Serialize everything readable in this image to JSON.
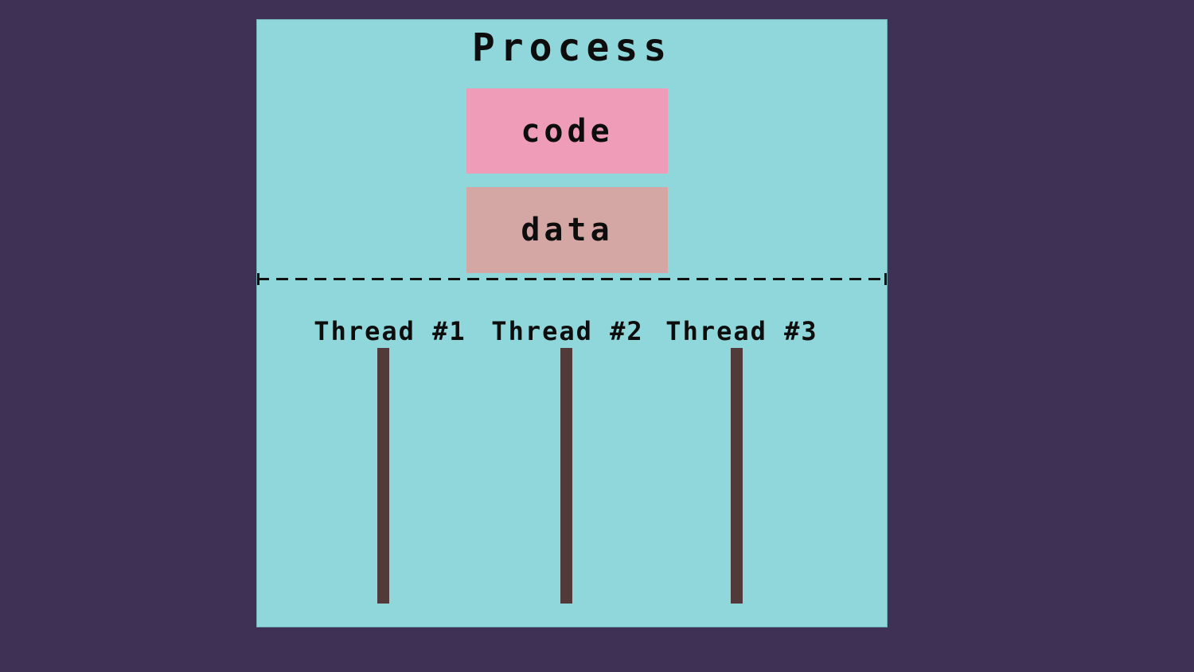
{
  "colors": {
    "background": "#3e3155",
    "process_box": "#8fd7db",
    "code_section": "#ee9cb8",
    "data_section": "#d5a7a4",
    "thread_line": "#523a3a",
    "text": "#0d0d0d"
  },
  "diagram": {
    "title": "Process",
    "memory_sections": [
      {
        "label": "code"
      },
      {
        "label": "data"
      }
    ],
    "divider_style": "dashed",
    "threads": [
      {
        "label": "Thread #1"
      },
      {
        "label": "Thread #2"
      },
      {
        "label": "Thread #3"
      }
    ]
  }
}
